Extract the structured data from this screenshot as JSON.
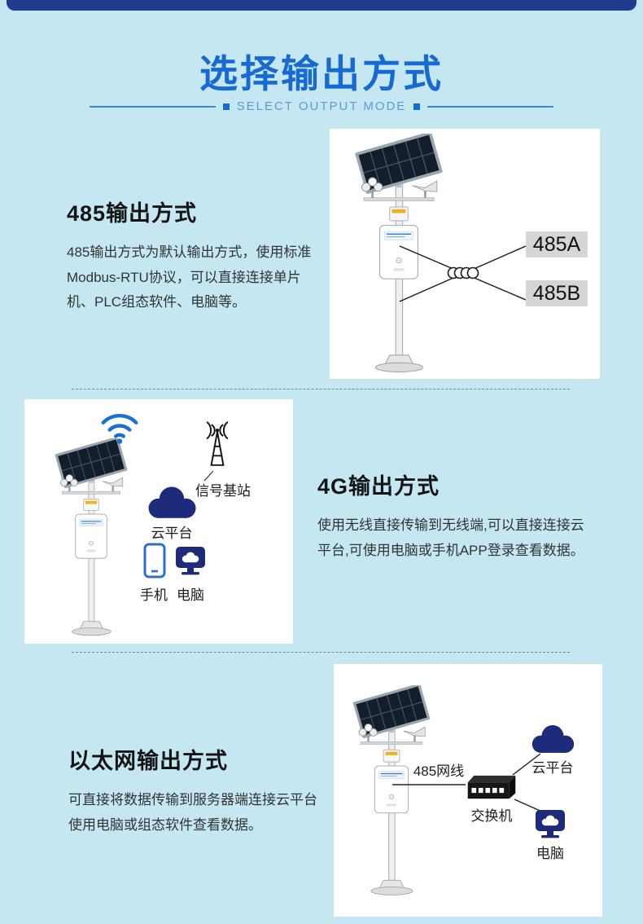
{
  "header": {
    "title": "选择输出方式",
    "subtitle": "SELECT OUTPUT MODE"
  },
  "sections": {
    "s485": {
      "heading": "485输出方式",
      "body": "485输出方式为默认输出方式，使用标准Modbus-RTU协议，可以直接连接单片机、PLC组态软件、电脑等。",
      "label_a": "485A",
      "label_b": "485B"
    },
    "s4g": {
      "heading": "4G输出方式",
      "body": "使用无线直接传输到无线端,可以直接连接云平台,可使用电脑或手机APP登录查看数据。",
      "base_station_label": "信号基站",
      "cloud_label": "云平台",
      "phone_label": "手机",
      "pc_label": "电脑"
    },
    "eth": {
      "heading": "以太网输出方式",
      "body": "可直接将数据传输到服务器端连接云平台使用电脑或组态软件查看数据。",
      "cable_label": "485网线",
      "switch_label": "交换机",
      "cloud_label": "云平台",
      "pc_label": "电脑"
    }
  },
  "icons": {
    "station": "weather-station-illustration",
    "wifi": "wifi-signal-icon",
    "base_station": "signal-tower-icon",
    "cloud": "cloud-icon",
    "phone": "smartphone-icon",
    "monitor": "computer-monitor-icon",
    "coil": "twisted-pair-coil-icon",
    "switch": "network-switch-icon"
  },
  "colors": {
    "background": "#c4e7f2",
    "accent_blue": "#1769d3",
    "subtitle_blue": "#5b9bd8",
    "navy_icon": "#1d2b7a",
    "top_bar": "#203c8e",
    "label_bg": "#d6d6d6"
  }
}
